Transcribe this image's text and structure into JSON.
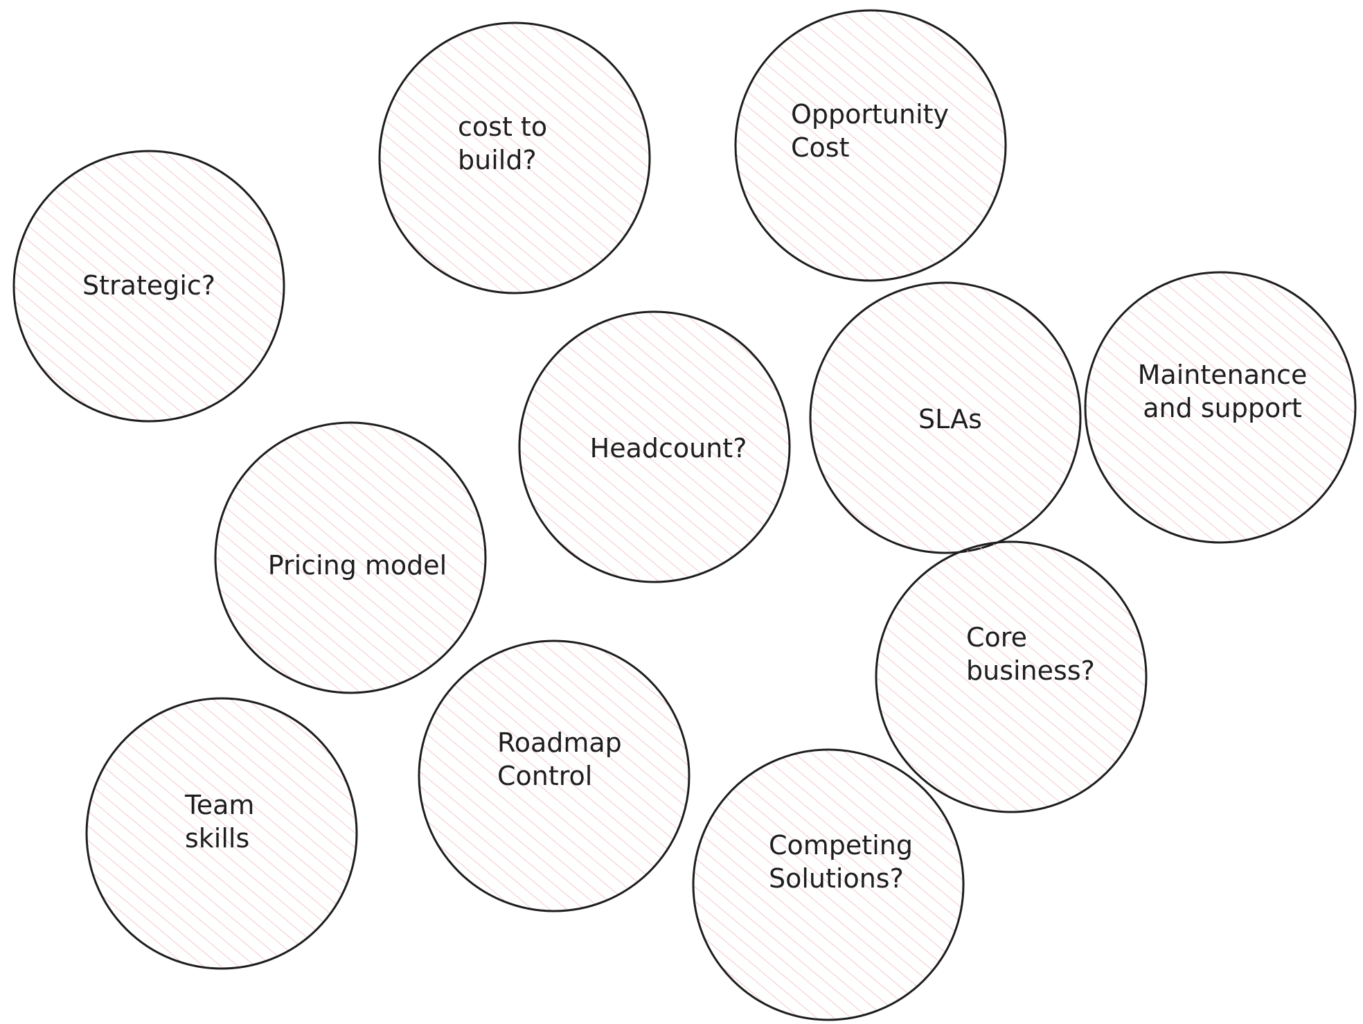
{
  "diagram": {
    "stroke_color": "#1e1e1e",
    "hatch_color": "#f2c9c9",
    "background": "#ffffff",
    "nodes": [
      {
        "id": "cost-to-build",
        "lines": [
          "cost to",
          "build?"
        ]
      },
      {
        "id": "opportunity-cost",
        "lines": [
          "Opportunity",
          "Cost"
        ]
      },
      {
        "id": "strategic",
        "lines": [
          "Strategic?"
        ]
      },
      {
        "id": "headcount",
        "lines": [
          "Headcount?"
        ]
      },
      {
        "id": "slas",
        "lines": [
          "SLAs"
        ]
      },
      {
        "id": "maintenance-and-support",
        "lines": [
          "Maintenance",
          "and support"
        ]
      },
      {
        "id": "pricing-model",
        "lines": [
          "Pricing model"
        ]
      },
      {
        "id": "core-business",
        "lines": [
          "Core",
          "business?"
        ]
      },
      {
        "id": "team-skills",
        "lines": [
          "Team",
          "skills"
        ]
      },
      {
        "id": "roadmap-control",
        "lines": [
          "Roadmap",
          "Control"
        ]
      },
      {
        "id": "competing-solutions",
        "lines": [
          "Competing",
          "Solutions?"
        ]
      }
    ]
  }
}
